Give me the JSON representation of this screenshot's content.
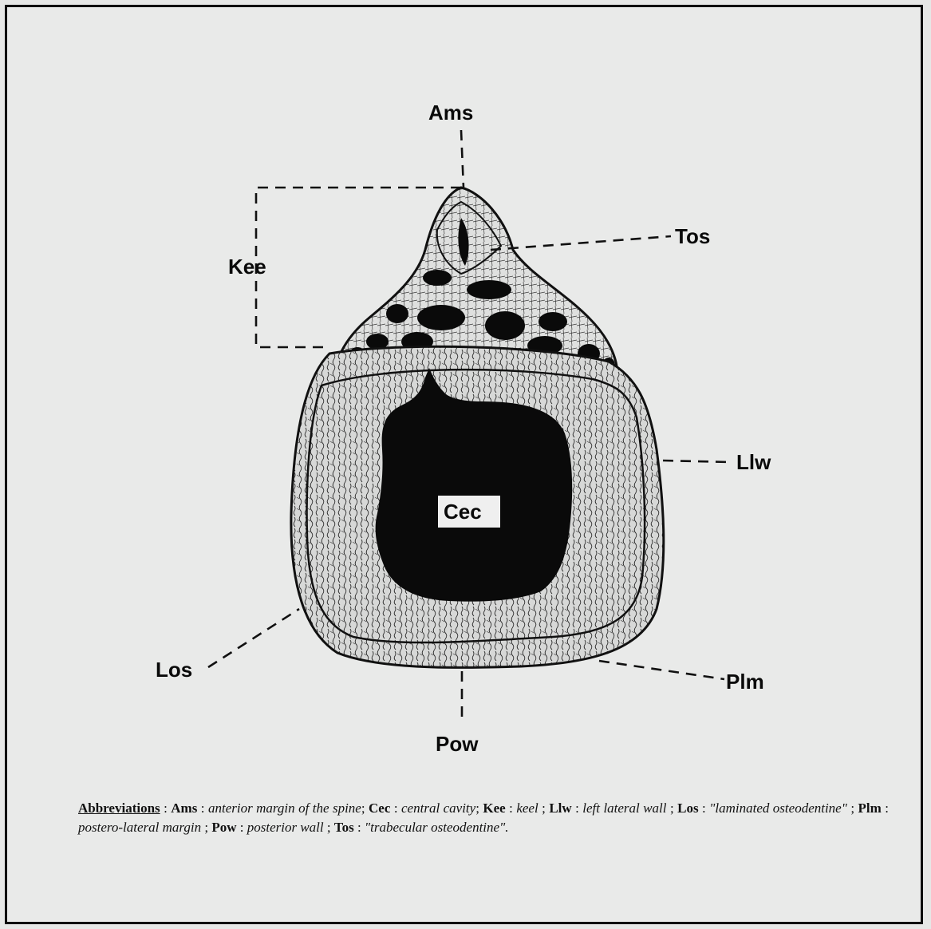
{
  "labels": {
    "ams": "Ams",
    "tos": "Tos",
    "kee": "Kee",
    "llw": "Llw",
    "cec": "Cec",
    "los": "Los",
    "plm": "Plm",
    "pow": "Pow"
  },
  "caption": {
    "heading": "Abbreviations",
    "entries": [
      {
        "abbr": "Ams",
        "def": "anterior margin  of the spine"
      },
      {
        "abbr": "Cec",
        "def": "central cavity"
      },
      {
        "abbr": "Kee",
        "def": "keel"
      },
      {
        "abbr": "Llw",
        "def": "left lateral wall"
      },
      {
        "abbr": "Los",
        "def": "\"laminated osteodentine\""
      },
      {
        "abbr": "Plm",
        "def": "postero-lateral margin"
      },
      {
        "abbr": "Pow",
        "def": "posterior wall"
      },
      {
        "abbr": "Tos",
        "def": "\"trabecular osteodentine\"."
      }
    ]
  },
  "colors": {
    "background": "#e9eae9",
    "ink": "#0a0a0a",
    "bone": "#d9dad9"
  }
}
